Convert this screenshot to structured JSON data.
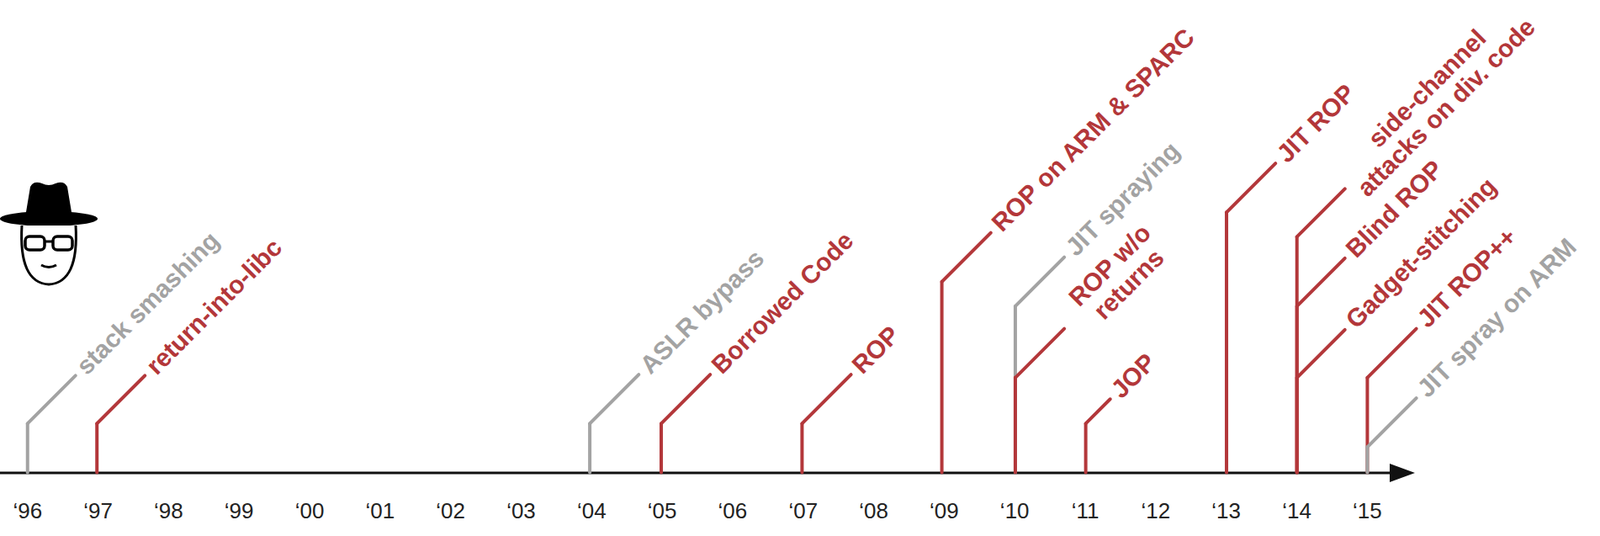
{
  "diagram": {
    "labels": [
      "stack smashing",
      "return-into-libc",
      "ASLR bypass",
      "Borrowed Code",
      "ROP",
      "ROP on ARM & SPARC",
      "JIT spraying",
      "ROP w/o returns",
      "JOP",
      "JIT ROP",
      "side-channel attacks on div. code",
      "Blind ROP",
      "Gadget-stitching",
      "JIT ROP++",
      "JIT spray on ARM",
      "‘96",
      "‘97",
      "‘98",
      "‘99",
      "‘00",
      "‘01",
      "‘02",
      "‘03",
      "‘04",
      "‘05",
      "‘06",
      "‘07",
      "‘08",
      "‘09",
      "‘10",
      "‘11",
      "‘12",
      "‘13",
      "‘14",
      "‘15"
    ]
  }
}
